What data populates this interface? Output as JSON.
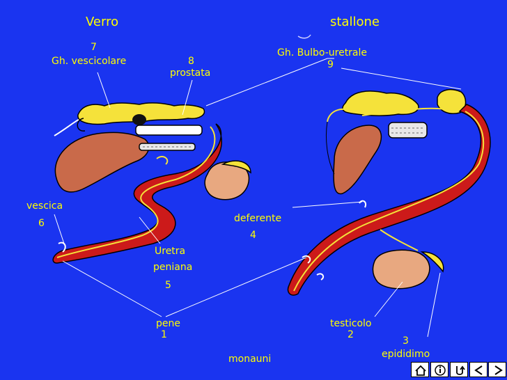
{
  "titles": {
    "left": "Verro",
    "right": "stallone"
  },
  "labels": {
    "gh_vescicolare_num": "7",
    "gh_vescicolare": "Gh. vescicolare",
    "prostata_num": "8",
    "prostata": "prostata",
    "bulbo": "Gh. Bulbo-uretrale",
    "bulbo_num": "9",
    "vescica": "vescica",
    "vescica_num": "6",
    "deferente": "deferente",
    "deferente_num": "4",
    "uretra_line1": "Uretra",
    "uretra_line2": "peniana",
    "uretra_num": "5",
    "pene": "pene",
    "pene_num": "1",
    "testicolo": "testicolo",
    "testicolo_num": "2",
    "epididimo_num": "3",
    "epididimo": "epididimo",
    "credit": "monauni"
  },
  "colors": {
    "background": "#1a34f0",
    "label_text": "#ffff00",
    "penis_red": "#cc1a1a",
    "bladder": "#c96a4a",
    "testis": "#e8a880",
    "gland_yellow": "#f5e23a",
    "leader_line": "#ffffff"
  },
  "nav": [
    "home-icon",
    "info-icon",
    "return-icon",
    "back-icon",
    "forward-icon"
  ]
}
